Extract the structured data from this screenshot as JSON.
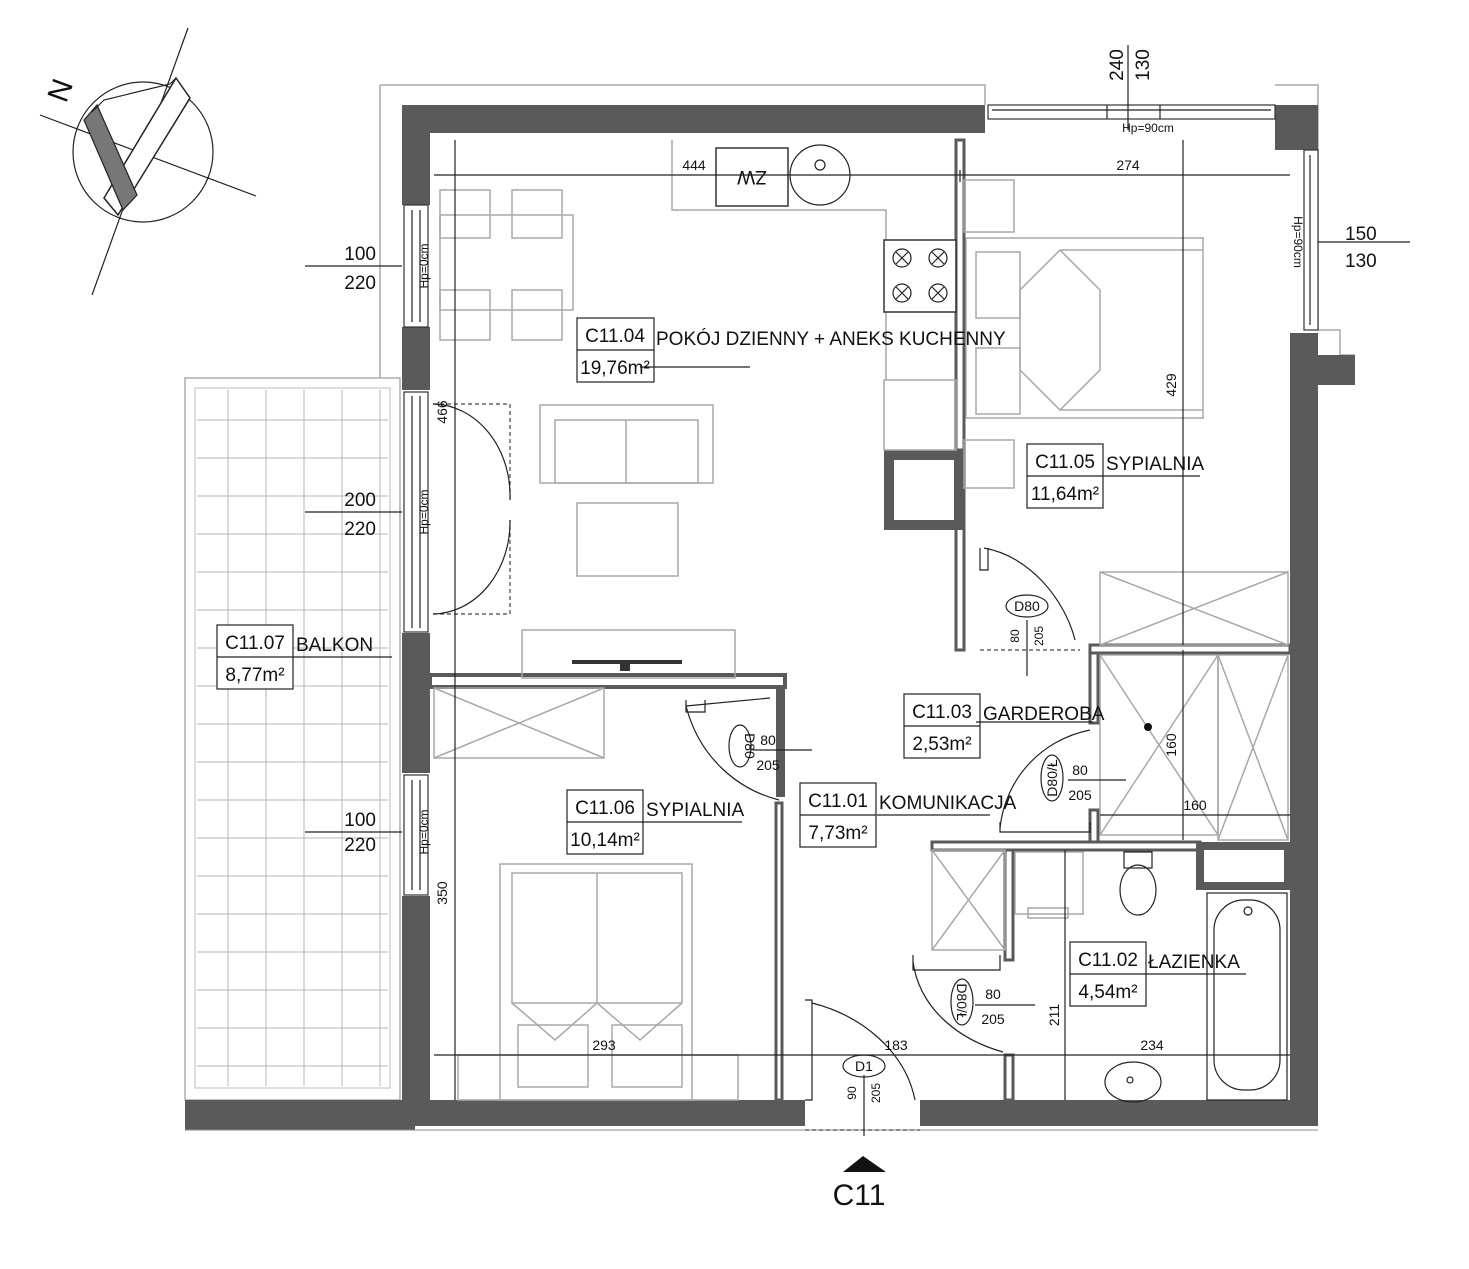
{
  "rooms": [
    {
      "id": "C11.04",
      "name": "POKÓJ DZIENNY + ANEKS KUCHENNY",
      "area": "19,76m²"
    },
    {
      "id": "C11.05",
      "name": "SYPIALNIA",
      "area": "11,64m²"
    },
    {
      "id": "C11.03",
      "name": "GARDEROBA",
      "area": "2,53m²"
    },
    {
      "id": "C11.07",
      "name": "BALKON",
      "area": "8,77m²"
    },
    {
      "id": "C11.06",
      "name": "SYPIALNIA",
      "area": "10,14m²"
    },
    {
      "id": "C11.01",
      "name": "KOMUNIKACJA",
      "area": "7,73m²"
    },
    {
      "id": "C11.02",
      "name": "ŁAZIENKA",
      "area": "4,54m²"
    }
  ],
  "dimensions": {
    "kitchen_width": "444",
    "bedroom_width": "274",
    "living_depth": "466",
    "bedroom_depth": "429",
    "bedroom2_depth": "350",
    "bedroom2_width": "293",
    "hall_width": "183",
    "bath_width": "234",
    "bath_depth": "211",
    "wardrobe_depth": "160",
    "wardrobe_width": "160"
  },
  "windows": [
    {
      "width": "100",
      "height": "220",
      "sill": "Hp=0cm"
    },
    {
      "width": "200",
      "height": "220",
      "sill": "Hp=0cm"
    },
    {
      "width": "100",
      "height": "220",
      "sill": "Hp=0cm"
    },
    {
      "width": "240",
      "height": "130",
      "sill": "Hp=90cm"
    },
    {
      "width": "150",
      "height": "130",
      "sill": "Hp=90cm"
    }
  ],
  "doors": [
    {
      "code": "D80",
      "width": "80",
      "height": "205"
    },
    {
      "code": "D80",
      "width": "80",
      "height": "205"
    },
    {
      "code": "D80/Ł",
      "width": "80",
      "height": "205"
    },
    {
      "code": "D80/Ł",
      "width": "80",
      "height": "205"
    },
    {
      "code": "D1",
      "width": "90",
      "height": "205"
    }
  ],
  "appliance_label": "ZW",
  "entrance_label": "C11",
  "compass_letter": "N",
  "colors": {
    "wall": "#5a5a5a",
    "furniture": "#a8a8a8",
    "line": "#222222"
  }
}
